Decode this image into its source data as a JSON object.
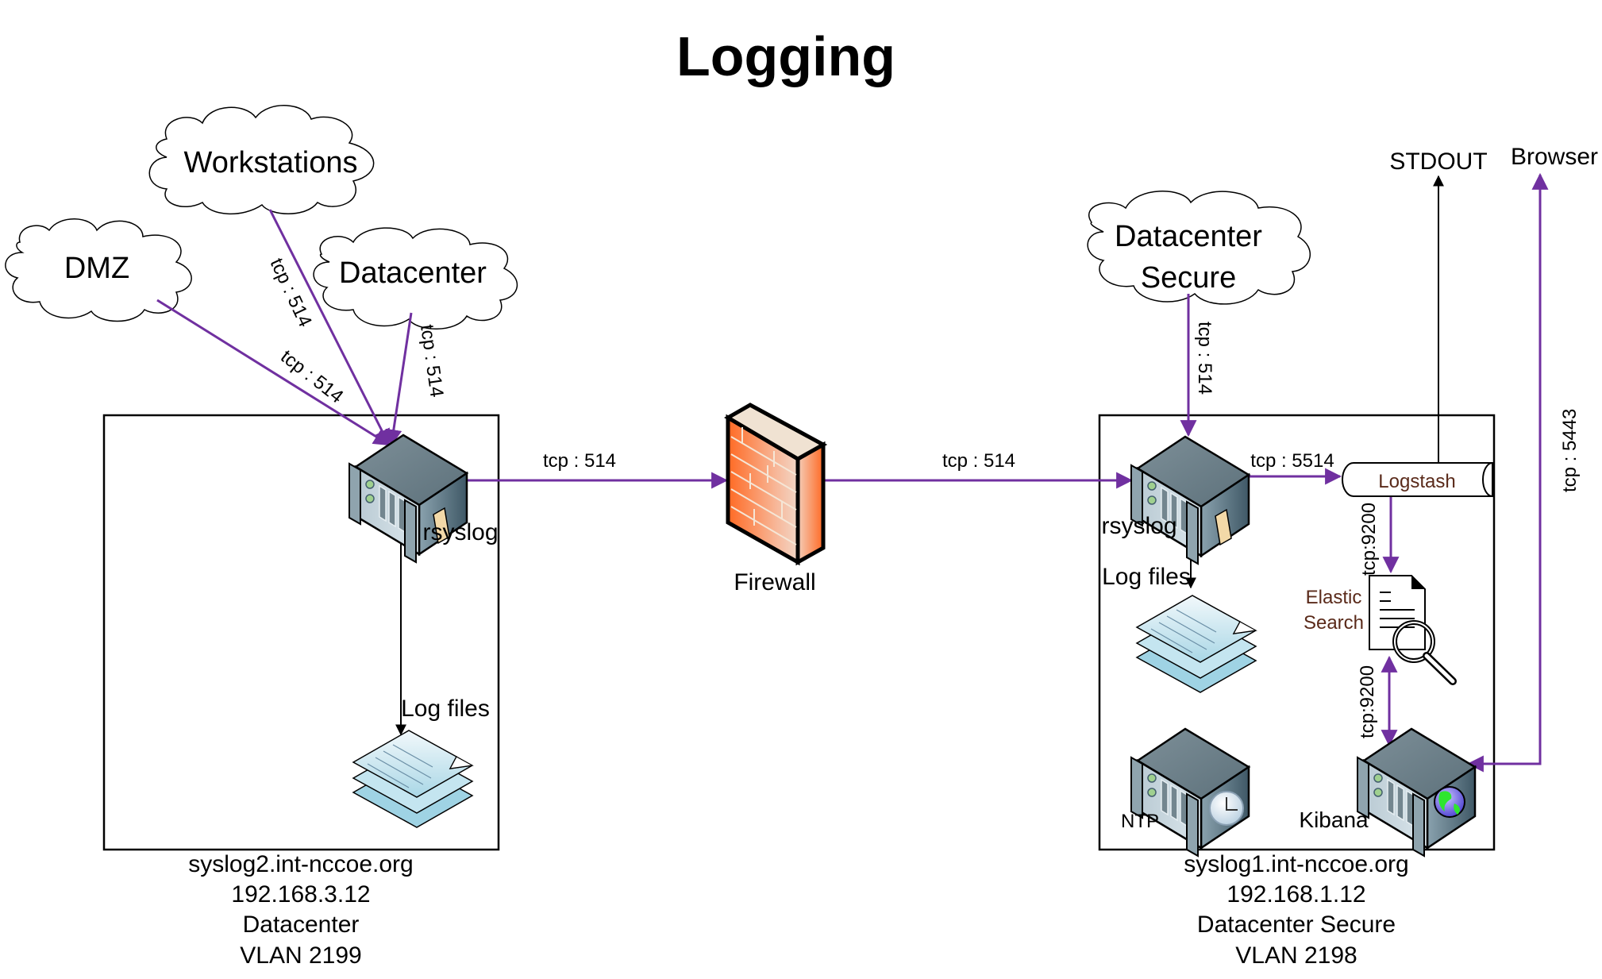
{
  "title": "Logging",
  "colors": {
    "link": "#7030a0",
    "local": "#000000",
    "elastic_label": "#5a2a1a",
    "firewall": "#ff6a2a"
  },
  "clouds": {
    "workstations": "Workstations",
    "dmz": "DMZ",
    "datacenter": "Datacenter",
    "datacenter_secure_line1": "Datacenter",
    "datacenter_secure_line2": "Secure"
  },
  "links": {
    "dmz_to_rsyslog2": "tcp : 514",
    "workstations_to_rsyslog2": "tcp : 514",
    "datacenter_to_rsyslog2": "tcp : 514",
    "rsyslog2_to_firewall": "tcp : 514",
    "firewall_to_rsyslog1": "tcp : 514",
    "dcsecure_to_rsyslog1": "tcp : 514",
    "rsyslog1_to_logstash": "tcp : 5514",
    "logstash_to_elastic": "tcp:9200",
    "elastic_kibana": "tcp:9200",
    "browser_kibana": "tcp : 5443"
  },
  "left_host": {
    "server_label": "rsyslog",
    "logfiles_label": "Log files",
    "caption": [
      "syslog2.int-nccoe.org",
      "192.168.3.12",
      "Datacenter",
      "VLAN 2199"
    ]
  },
  "firewall": {
    "label": "Firewall"
  },
  "right_host": {
    "server_label": "rsyslog",
    "logfiles_label": "Log files",
    "logstash_label": "Logstash",
    "elastic_line1": "Elastic",
    "elastic_line2": "Search",
    "ntp_label": "NTP",
    "kibana_label": "Kibana",
    "caption": [
      "syslog1.int-nccoe.org",
      "192.168.1.12",
      "Datacenter Secure",
      "VLAN 2198"
    ]
  },
  "outputs": {
    "stdout": "STDOUT",
    "browser": "Browser"
  }
}
